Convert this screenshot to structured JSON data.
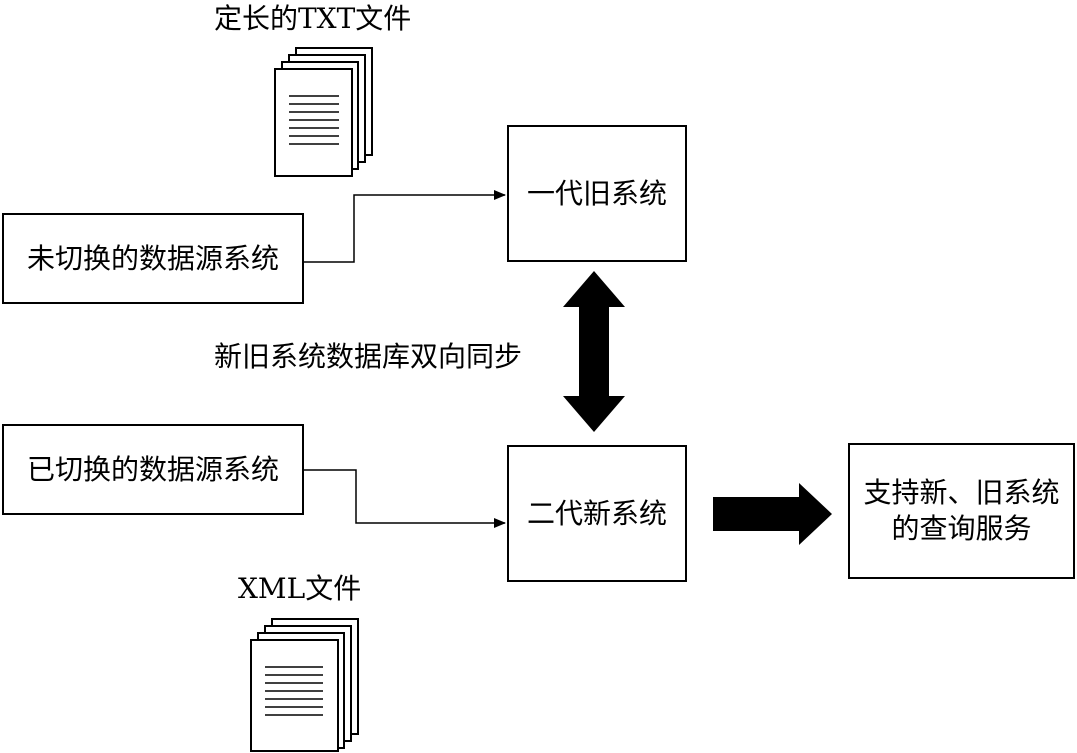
{
  "nodes": {
    "txt_file_label": "定长的TXT文件",
    "xml_file_label": "XML文件",
    "old_system": "一代旧系统",
    "new_system": "二代新系统",
    "unswitched_source": "未切换的数据源系统",
    "switched_source": "已切换的数据源系统",
    "query_service_line1": "支持新、旧系统",
    "query_service_line2": "的查询服务"
  },
  "edges": {
    "sync_label": "新旧系统数据库双向同步"
  },
  "colors": {
    "stroke": "#000000",
    "background": "#ffffff"
  },
  "icons": {
    "txt_file": "document-stack-icon",
    "xml_file": "document-stack-icon"
  }
}
